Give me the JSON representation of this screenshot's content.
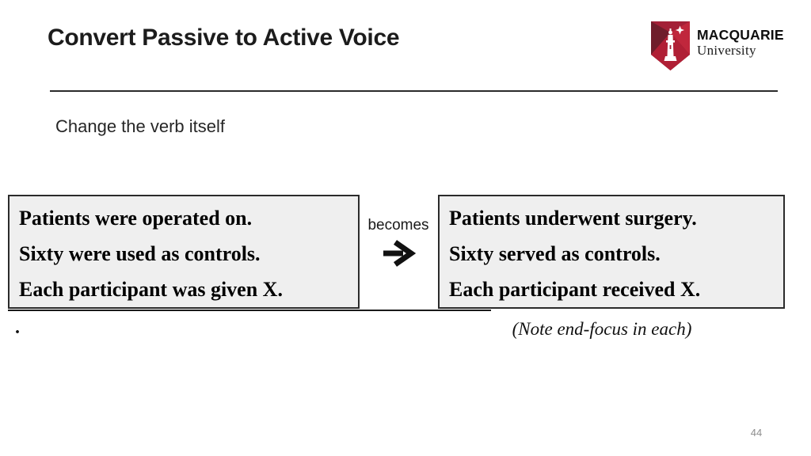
{
  "slide": {
    "title": "Convert Passive to Active Voice",
    "subtitle": "Change the verb itself",
    "note": "(Note end-focus in each)",
    "stray_period": ".",
    "page_number": "44"
  },
  "logo": {
    "primary": "MACQUARIE",
    "secondary": "University",
    "shield_colors": {
      "dark": "#6f1d2b",
      "mid": "#a32037",
      "bright": "#c0273c",
      "base": "#87212f"
    }
  },
  "transform": {
    "label": "becomes",
    "arrow_icon": "right-arrow"
  },
  "passive_box": {
    "lines": [
      "Patients were operated on.",
      "Sixty were used as controls.",
      "Each participant was given X."
    ]
  },
  "active_box": {
    "lines": [
      "Patients underwent surgery.",
      "Sixty served as controls.",
      "Each participant received X."
    ]
  },
  "colors": {
    "box_background": "#efefef",
    "box_border": "#2b2b2b",
    "title_text": "#1c1c1c",
    "body_text": "#000000",
    "rule": "#2a2a2a",
    "page_number": "#8e8e8e"
  }
}
